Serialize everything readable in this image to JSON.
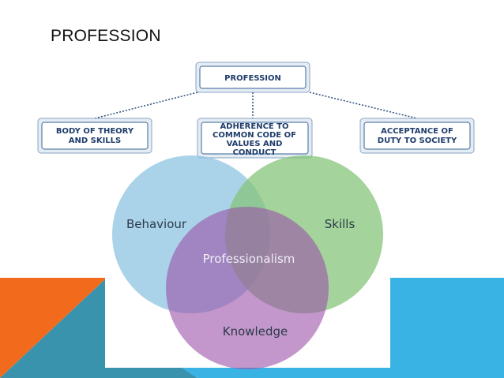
{
  "slide": {
    "title": "PROFESSION",
    "colors": {
      "orange": "#f26b1d",
      "teal": "#3a93ad",
      "sky": "#39b3e3",
      "box_border": "#5a7fa8",
      "box_text": "#1f3d6b"
    }
  },
  "hierarchy": {
    "root": "PROFESSION",
    "children": [
      {
        "lines": [
          "BODY OF THEORY",
          "AND SKILLS"
        ]
      },
      {
        "lines": [
          "ADHERENCE TO",
          "COMMON CODE OF",
          "VALUES AND",
          "CONDUCT"
        ]
      },
      {
        "lines": [
          "ACCEPTANCE OF",
          "DUTY TO SOCIETY"
        ]
      }
    ]
  },
  "venn": {
    "sets": [
      {
        "label": "Behaviour",
        "color": "#8ec4e2"
      },
      {
        "label": "Skills",
        "color": "#86c47a"
      },
      {
        "label": "Knowledge",
        "color": "#b57fc2"
      }
    ],
    "center_label": "Professionalism"
  }
}
